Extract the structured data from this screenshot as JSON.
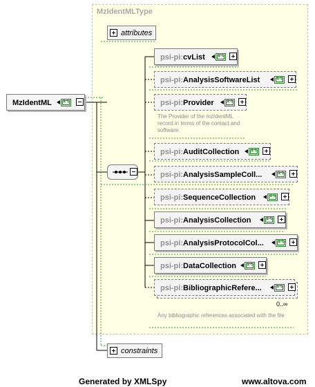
{
  "type_name": "MzIdentMLType",
  "root": {
    "name": "MzIdentML"
  },
  "attributes_label": "attributes",
  "constraints_label": "constraints",
  "prefix": "psi-pi:",
  "children": [
    {
      "name": "cvList",
      "optional": false
    },
    {
      "name": "AnalysisSoftwareList",
      "optional": true
    },
    {
      "name": "Provider",
      "optional": true
    },
    {
      "name": "AuditCollection",
      "optional": true
    },
    {
      "name": "AnalysisSampleColl...",
      "optional": true
    },
    {
      "name": "SequenceCollection",
      "optional": true
    },
    {
      "name": "AnalysisCollection",
      "optional": false
    },
    {
      "name": "AnalysisProtocolCol...",
      "optional": false
    },
    {
      "name": "DataCollection",
      "optional": false
    },
    {
      "name": "BibliographicRefere...",
      "optional": true
    }
  ],
  "provider_annotation": "The Provider of the mzIdentML record in terms of the contact and software.",
  "bib_occurrence": "0..∞",
  "bib_annotation": "Any bibliographic references associated with the file",
  "type_icon_text": "1 S",
  "footer": {
    "generated_by": "Generated by XMLSpy",
    "website": "www.altova.com"
  }
}
